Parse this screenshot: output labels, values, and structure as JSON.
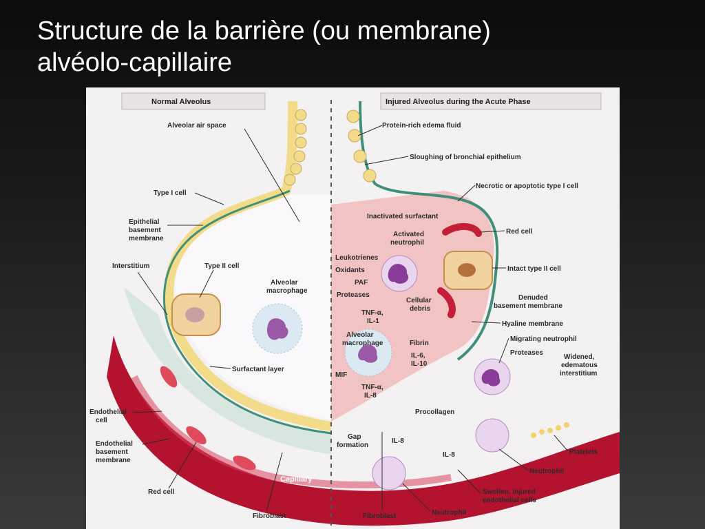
{
  "slide": {
    "title_line1": "Structure de la barrière (ou membrane)",
    "title_line2": "alvéolo-capillaire"
  },
  "figure": {
    "left_header": "Normal Alveolus",
    "right_header": "Injured Alveolus during the Acute Phase",
    "left_labels": {
      "alveolar_air_space": "Alveolar air space",
      "type1_cell": "Type I cell",
      "epithelial_bm_1": "Epithelial",
      "epithelial_bm_2": "basement",
      "epithelial_bm_3": "membrane",
      "interstitium": "Interstitium",
      "type2_cell": "Type II cell",
      "alveolar_macrophage_1": "Alveolar",
      "alveolar_macrophage_2": "macrophage",
      "surfactant_layer": "Surfactant layer",
      "endothelial_cell_1": "Endothelial",
      "endothelial_cell_2": "cell",
      "endothelial_bm_1": "Endothelial",
      "endothelial_bm_2": "basement",
      "endothelial_bm_3": "membrane",
      "red_cell": "Red cell",
      "fibroblast": "Fibroblast",
      "capillary": "Capillary"
    },
    "right_labels": {
      "protein_edema": "Protein-rich edema fluid",
      "sloughing": "Sloughing of bronchial epithelium",
      "necrotic_type1": "Necrotic or apoptotic type I cell",
      "inactivated_surfactant": "Inactivated surfactant",
      "activated_neutrophil_1": "Activated",
      "activated_neutrophil_2": "neutrophil",
      "red_cell": "Red cell",
      "leukotrienes": "Leukotrienes",
      "oxidants": "Oxidants",
      "paf": "PAF",
      "proteases_left": "Proteases",
      "intact_type2": "Intact type II cell",
      "tnf_il1_1": "TNF-α,",
      "tnf_il1_2": "IL-1",
      "cellular_debris_1": "Cellular",
      "cellular_debris_2": "debris",
      "denuded_bm_1": "Denuded",
      "denuded_bm_2": "basement membrane",
      "hyaline_membrane": "Hyaline membrane",
      "alveolar_macrophage_1": "Alveolar",
      "alveolar_macrophage_2": "macrophage",
      "fibrin": "Fibrin",
      "migrating_neutrophil": "Migrating neutrophil",
      "il6_il10_1": "IL-6,",
      "il6_il10_2": "IL-10",
      "proteases_right": "Proteases",
      "widened_1": "Widened,",
      "widened_2": "edematous",
      "widened_3": "interstitium",
      "mif": "MIF",
      "tnf_il8_1": "TNF-α,",
      "tnf_il8_2": "IL-8",
      "procollagen": "Procollagen",
      "gap_formation_1": "Gap",
      "gap_formation_2": "formation",
      "il8_a": "IL-8",
      "il8_b": "IL-8",
      "platelets": "Platelets",
      "neutrophil_right": "Neutrophil",
      "swollen_1": "Swollen, injured",
      "swollen_2": "endothelial cells",
      "fibroblast": "Fibroblast",
      "neutrophil_bottom": "Neutrophil"
    }
  },
  "colors": {
    "background_dark": "#111111",
    "title_text": "#ffffff",
    "figure_bg": "#f4f1f2",
    "epithelium_yellow": "#f2dc8a",
    "interstitium_green": "#3f8f7a",
    "capillary_red": "#b3132e",
    "edema_pink": "#f2c3c3",
    "macrophage_purple": "#9a5aa8"
  }
}
